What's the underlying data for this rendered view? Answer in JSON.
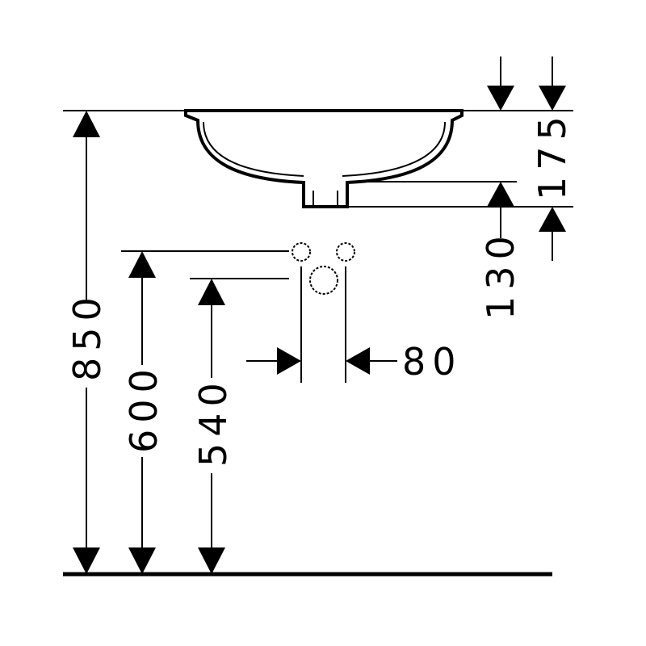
{
  "dimensions": {
    "overall_height": "850",
    "supply_height": "600",
    "trap_height": "540",
    "supply_spacing": "80",
    "basin_depth": "175",
    "outlet_depth": "130"
  },
  "colors": {
    "line": "#000000",
    "background": "#ffffff"
  }
}
